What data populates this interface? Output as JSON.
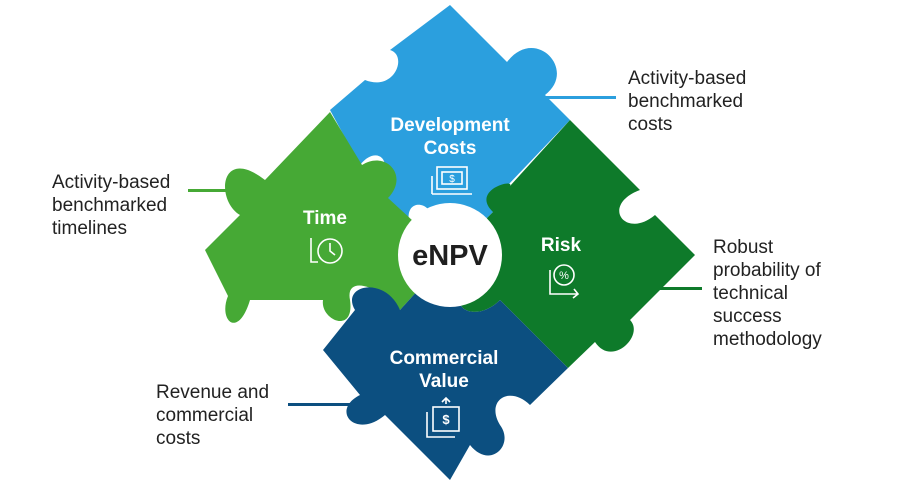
{
  "center": {
    "label": "eNPV"
  },
  "pieces": {
    "development": {
      "line1": "Development",
      "line2": "Costs",
      "icon": "dollar-bill-icon",
      "color": "#2b9fde"
    },
    "time": {
      "line1": "Time",
      "icon": "clock-icon",
      "color": "#46a935"
    },
    "risk": {
      "line1": "Risk",
      "icon": "percent-icon",
      "color": "#0e7a2a"
    },
    "commercial": {
      "line1": "Commercial",
      "line2": "Value",
      "icon": "money-value-icon",
      "color": "#0c4f80"
    }
  },
  "callouts": {
    "development": [
      "Activity-based",
      "benchmarked",
      "costs"
    ],
    "time": [
      "Activity-based",
      "benchmarked",
      "timelines"
    ],
    "risk": [
      "Robust",
      "probability of",
      "technical",
      "success",
      "methodology"
    ],
    "commercial": [
      "Revenue and",
      "commercial",
      "costs"
    ]
  },
  "colors": {
    "text_dark": "#222222",
    "white": "#ffffff"
  }
}
